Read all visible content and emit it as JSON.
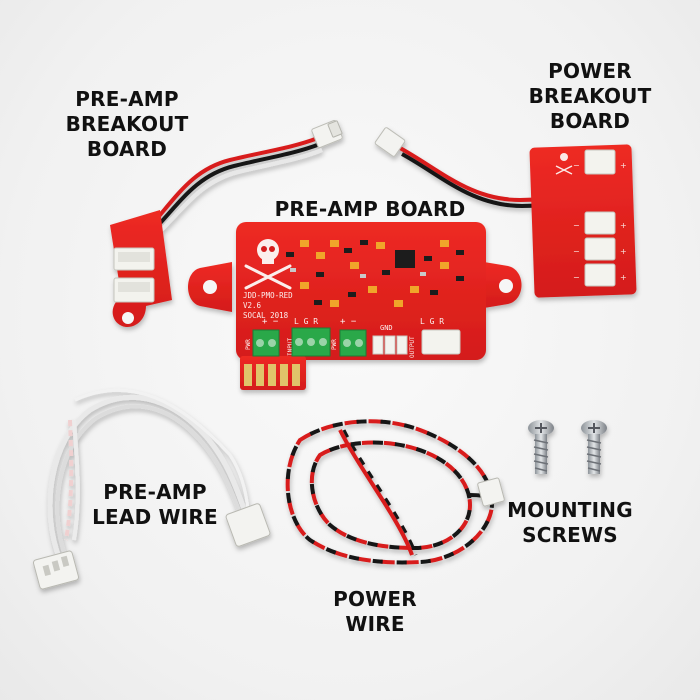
{
  "labels": {
    "preamp_breakout": [
      "PRE-AMP",
      "BREAKOUT",
      "BOARD"
    ],
    "power_breakout": [
      "POWER",
      "BREAKOUT",
      "BOARD"
    ],
    "preamp_board": [
      "PRE-AMP BOARD"
    ],
    "lead_wire": [
      "PRE-AMP",
      "LEAD WIRE"
    ],
    "screws": [
      "MOUNTING",
      "SCREWS"
    ],
    "power_wire": [
      "POWER",
      "WIRE"
    ]
  },
  "silkscreen": {
    "name": "JDD-PMO-RED",
    "version": "V2.6",
    "location": "SOCAL 2018",
    "pwr_left": "PWR",
    "input": "INPUT",
    "pwr_right": "PWR",
    "gnd": "GND",
    "output": "OUTPUT",
    "lgr_in": "L G R",
    "lgr_out": "L G R",
    "plus_minus_1": "+  −",
    "plus_minus_2": "+  −",
    "plus_minus_3": "+  −"
  },
  "colors": {
    "pcb_red": "#e3211e",
    "background": "#f4f4f4",
    "terminal_green": "#2aa84a",
    "wire_red": "#d81a1a",
    "wire_black": "#151515"
  }
}
